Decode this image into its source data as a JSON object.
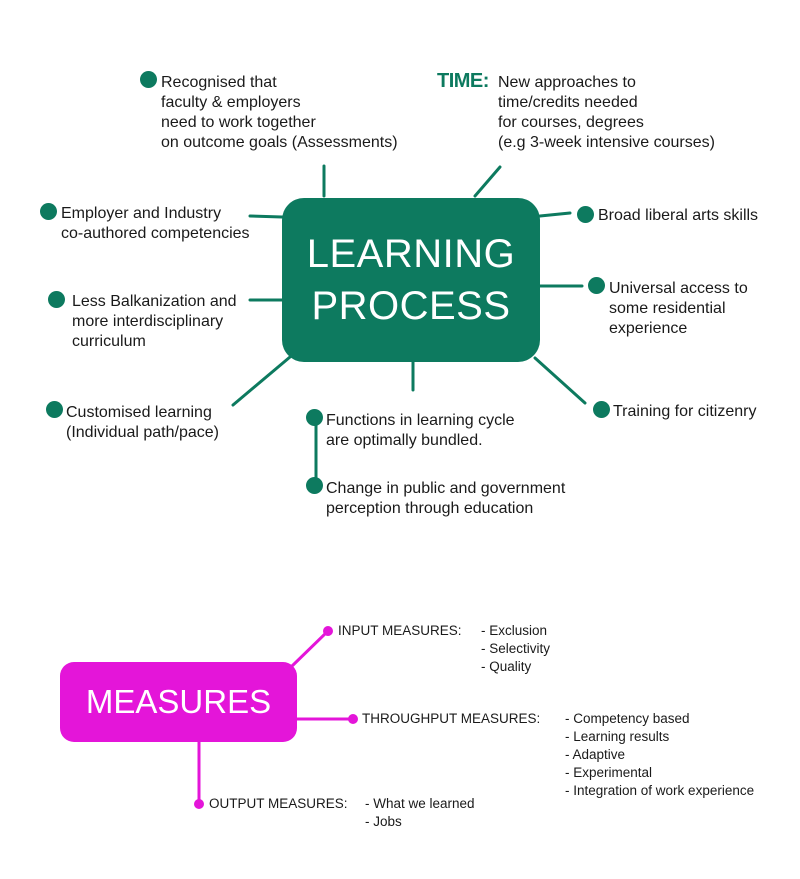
{
  "learning": {
    "hub": {
      "line1": "LEARNING",
      "line2": "PROCESS"
    },
    "time_label": "TIME:",
    "items": [
      {
        "id": "faculty",
        "text": "Recognised that\nfaculty & employers\nneed to work together\non outcome goals (Assessments)"
      },
      {
        "id": "time",
        "text": "New approaches to\ntime/credits needed\nfor courses, degrees\n(e.g 3-week intensive courses)"
      },
      {
        "id": "employer",
        "text": "Employer and Industry\nco-authored competencies"
      },
      {
        "id": "liberal-arts",
        "text": "Broad liberal arts skills"
      },
      {
        "id": "balkanization",
        "text": "Less Balkanization and\nmore interdisciplinary\ncurriculum"
      },
      {
        "id": "universal-access",
        "text": "Universal access to\nsome residential\nexperience"
      },
      {
        "id": "customised",
        "text": "Customised learning\n(Individual path/pace)"
      },
      {
        "id": "bundled",
        "text": "Functions in learning cycle\nare optimally bundled."
      },
      {
        "id": "citizenry",
        "text": "Training for citizenry"
      },
      {
        "id": "perception",
        "text": "Change in public and government\nperception through education"
      }
    ]
  },
  "measures": {
    "hub": "MEASURES",
    "input": {
      "label": "INPUT MEASURES:",
      "items": [
        "- Exclusion",
        "- Selectivity",
        "- Quality"
      ]
    },
    "throughput": {
      "label": "THROUGHPUT MEASURES:",
      "items": [
        "- Competency based",
        "- Learning results",
        "- Adaptive",
        "- Experimental",
        "- Integration of work experience"
      ]
    },
    "output": {
      "label": "OUTPUT MEASURES:",
      "items": [
        "- What we learned",
        "- Jobs"
      ]
    }
  },
  "colors": {
    "teal": "#0d7a5f",
    "magenta": "#e415d9"
  }
}
